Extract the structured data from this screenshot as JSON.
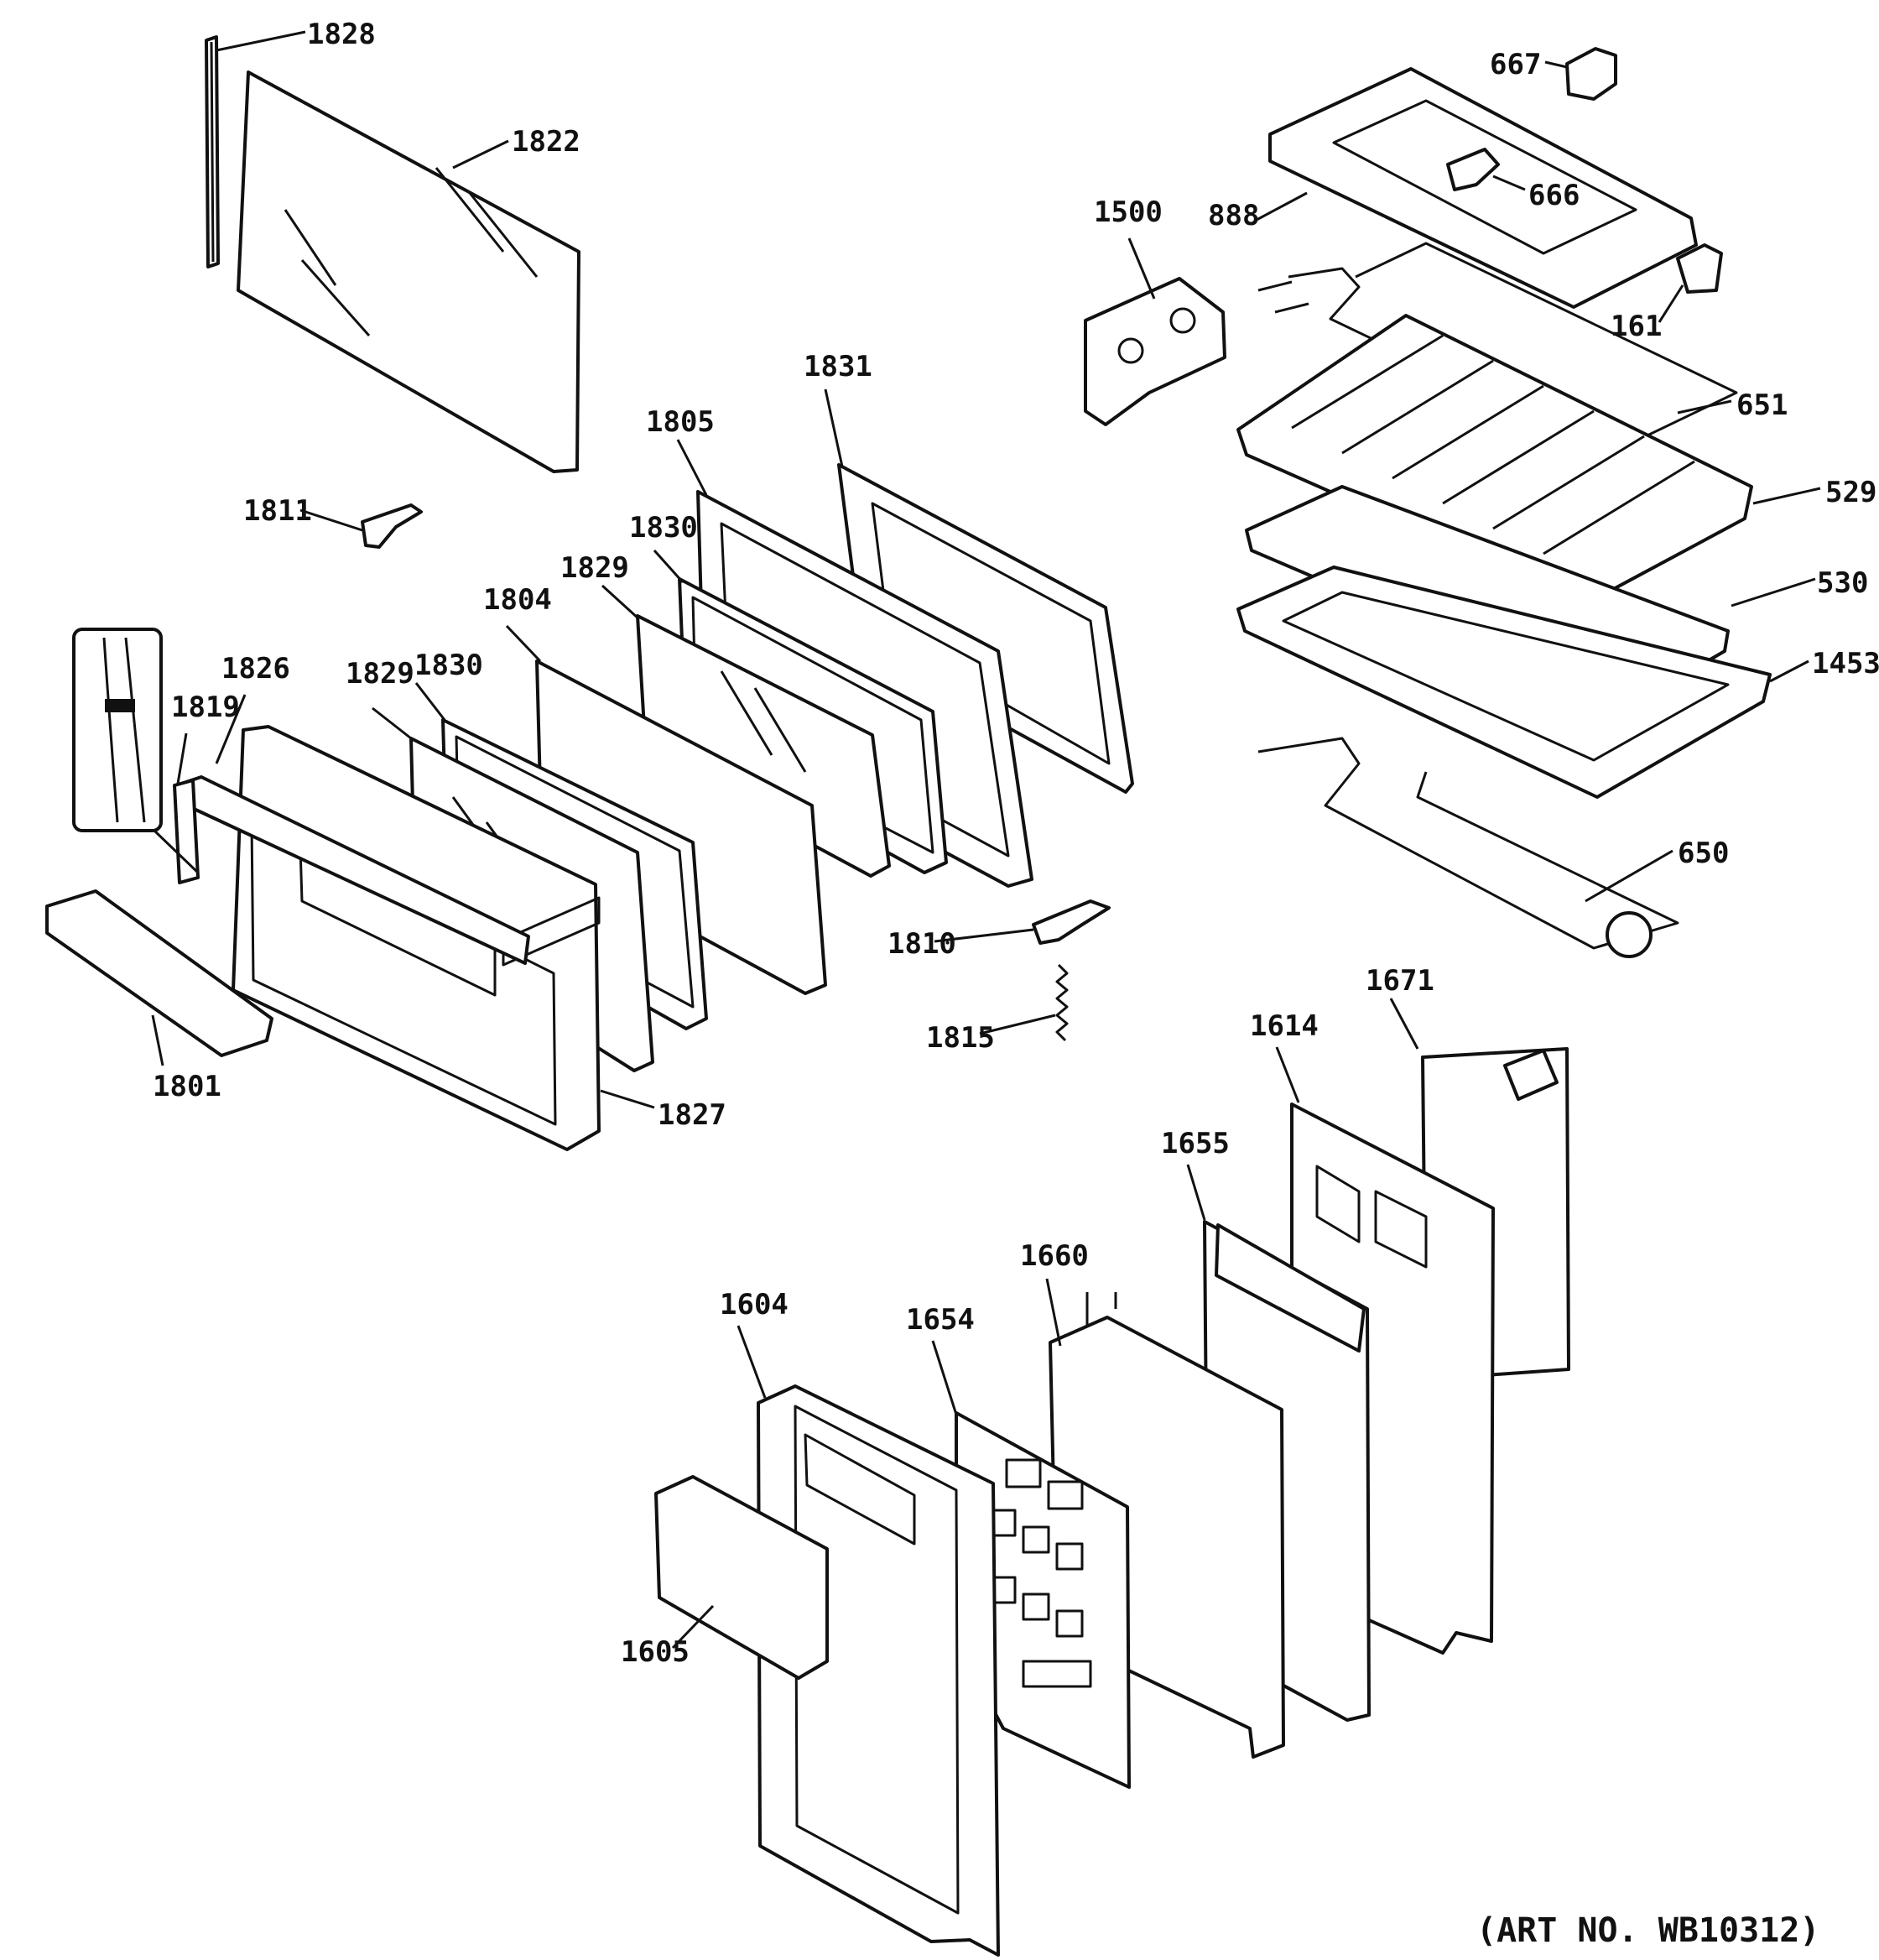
{
  "callouts": [
    {
      "id": "1828",
      "label": "1828"
    },
    {
      "id": "1822",
      "label": "1822"
    },
    {
      "id": "1811",
      "label": "1811"
    },
    {
      "id": "1805",
      "label": "1805"
    },
    {
      "id": "1831",
      "label": "1831"
    },
    {
      "id": "1830a",
      "label": "1830"
    },
    {
      "id": "1829a",
      "label": "1829"
    },
    {
      "id": "1804",
      "label": "1804"
    },
    {
      "id": "1830b",
      "label": "1830"
    },
    {
      "id": "1829b",
      "label": "1829"
    },
    {
      "id": "1826",
      "label": "1826"
    },
    {
      "id": "1819",
      "label": "1819"
    },
    {
      "id": "1801",
      "label": "1801"
    },
    {
      "id": "1827",
      "label": "1827"
    },
    {
      "id": "1810",
      "label": "1810"
    },
    {
      "id": "1815",
      "label": "1815"
    },
    {
      "id": "1500",
      "label": "1500"
    },
    {
      "id": "667",
      "label": "667"
    },
    {
      "id": "888",
      "label": "888"
    },
    {
      "id": "666",
      "label": "666"
    },
    {
      "id": "161",
      "label": "161"
    },
    {
      "id": "651",
      "label": "651"
    },
    {
      "id": "529",
      "label": "529"
    },
    {
      "id": "530",
      "label": "530"
    },
    {
      "id": "1453",
      "label": "1453"
    },
    {
      "id": "650",
      "label": "650"
    },
    {
      "id": "1671",
      "label": "1671"
    },
    {
      "id": "1614",
      "label": "1614"
    },
    {
      "id": "1655",
      "label": "1655"
    },
    {
      "id": "1660",
      "label": "1660"
    },
    {
      "id": "1604",
      "label": "1604"
    },
    {
      "id": "1654",
      "label": "1654"
    },
    {
      "id": "1605",
      "label": "1605"
    }
  ],
  "art_number": "(ART NO. WB10312)"
}
